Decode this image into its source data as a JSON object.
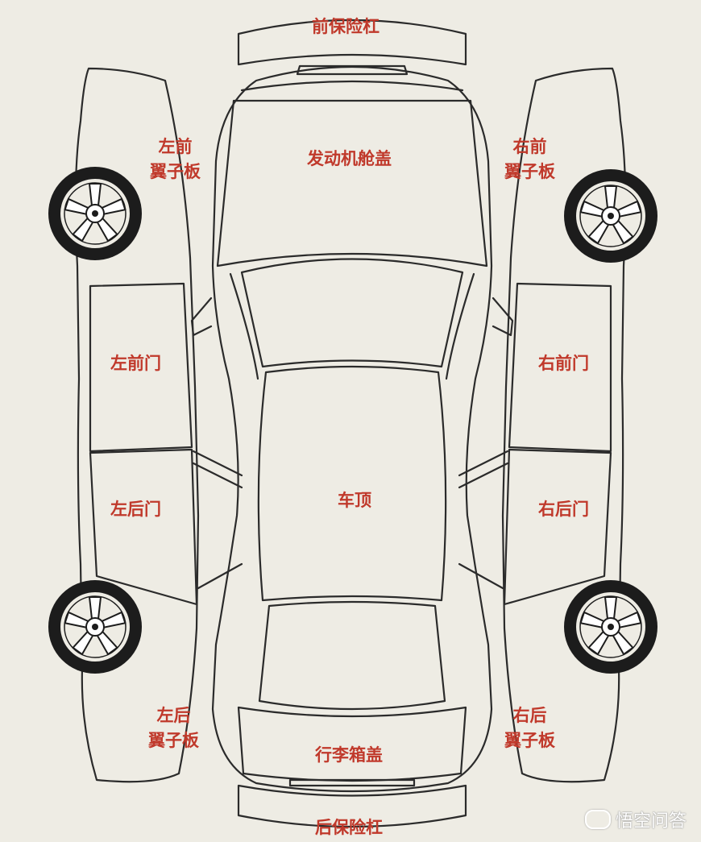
{
  "labels": {
    "front_bumper": "前保险杠",
    "hood": "发动机舱盖",
    "left_front_fender": [
      "左前",
      "翼子板"
    ],
    "right_front_fender": [
      "右前",
      "翼子板"
    ],
    "left_front_door": "左前门",
    "right_front_door": "右前门",
    "left_rear_door": "左后门",
    "right_rear_door": "右后门",
    "roof": "车顶",
    "left_rear_fender": [
      "左后",
      "翼子板"
    ],
    "right_rear_fender": [
      "右后",
      "翼子板"
    ],
    "trunk_lid": "行李箱盖",
    "rear_bumper": "后保险杠"
  },
  "watermark": "悟空问答",
  "colors": {
    "label": "#c0392b",
    "line": "#2b2b2b",
    "paper": "#eeece4",
    "tire": "#1c1c1c"
  }
}
